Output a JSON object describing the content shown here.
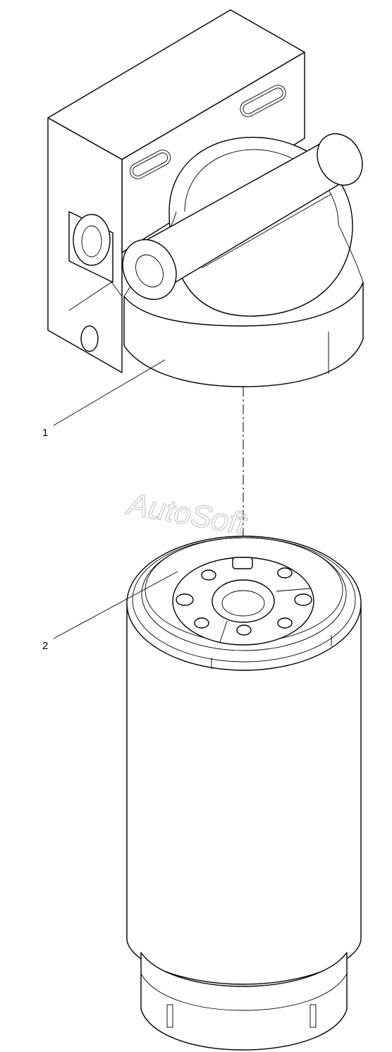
{
  "callouts": [
    {
      "id": "1",
      "label": "1"
    },
    {
      "id": "2",
      "label": "2"
    }
  ],
  "watermark": {
    "text": "AutoSoft",
    "color": "#c8c8c8"
  },
  "colors": {
    "line": "#000000",
    "background": "#ffffff"
  }
}
